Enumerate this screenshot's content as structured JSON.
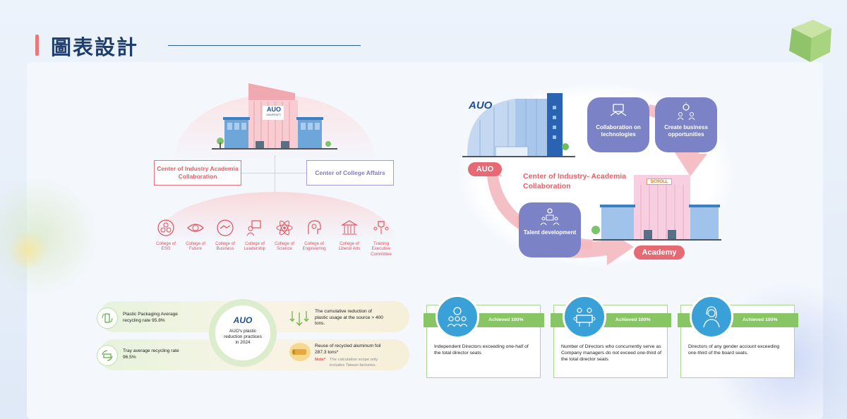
{
  "header": {
    "title": "圖表設計"
  },
  "panel1": {
    "building_label": "AUO",
    "building_sub": "UNIVERSITY",
    "center_left": "Center of Industry Academia Collaboration",
    "center_right": "Center of College Affairs",
    "colleges": [
      {
        "icon": "esg-icon",
        "label": "College of ESG"
      },
      {
        "icon": "future-eye-icon",
        "label": "College of Future"
      },
      {
        "icon": "handshake-icon",
        "label": "College of Business"
      },
      {
        "icon": "leadership-icon",
        "label": "College of Leadership"
      },
      {
        "icon": "atom-icon",
        "label": "College of Science"
      },
      {
        "icon": "gear-head-icon",
        "label": "College of Engineering"
      },
      {
        "icon": "pillars-icon",
        "label": "College of Liberal Arts"
      },
      {
        "icon": "trophy-people-icon",
        "label": "Training Executive Committee"
      }
    ]
  },
  "panel2": {
    "auo_logo": "AUO",
    "auo_pill": "AUO",
    "center_title": "Center of Industry- Academia Collaboration",
    "school_sign": "SCHOLL",
    "academy_pill": "Academy",
    "tiles": [
      {
        "icon": "handshake-briefcase-icon",
        "label": "Collaboration on technologies"
      },
      {
        "icon": "idea-people-icon",
        "label": "Create business opportunities"
      },
      {
        "icon": "talent-icon",
        "label": "Talent development"
      }
    ]
  },
  "panel3": {
    "center_logo": "AUO",
    "center_text": "AUO's plastic reduction practices in 2024",
    "items": [
      {
        "icon": "recycle-bottle-icon",
        "text": "Plastic Packaging Average recycling rate 95.8%"
      },
      {
        "icon": "recycle-tray-icon",
        "text": "Tray average recycling rate 96.5%"
      },
      {
        "icon": "down-arrows-icon",
        "text": "The cumulative reduction of plastic usage at the source > 400 tons."
      },
      {
        "icon": "foil-roll-icon",
        "text": "Reuse of recycled aluminum foil 287.3 tons*"
      }
    ],
    "note_label": "Note*",
    "note_text": "The calculation scope only includes Taiwan factories."
  },
  "panel4": {
    "stats": [
      {
        "icon": "team-gear-icon",
        "badge": "Achieved 100%",
        "text": "Independent Directors exceeding one-half of the total director seats"
      },
      {
        "icon": "meeting-icon",
        "badge": "Achieved 100%",
        "text": "Number of Directors who concurrently serve as Company managers do not exceed one-third of the total director seats"
      },
      {
        "icon": "woman-director-icon",
        "badge": "Achieved 100%",
        "text": "Directors of any gender account exceeding one-third of the board seats."
      }
    ]
  },
  "colors": {
    "title": "#1e3f6e",
    "accent_red": "#e56a74",
    "accent_purple": "#7b82c6",
    "accent_green": "#88c565",
    "accent_blue": "#3aa0d8"
  }
}
